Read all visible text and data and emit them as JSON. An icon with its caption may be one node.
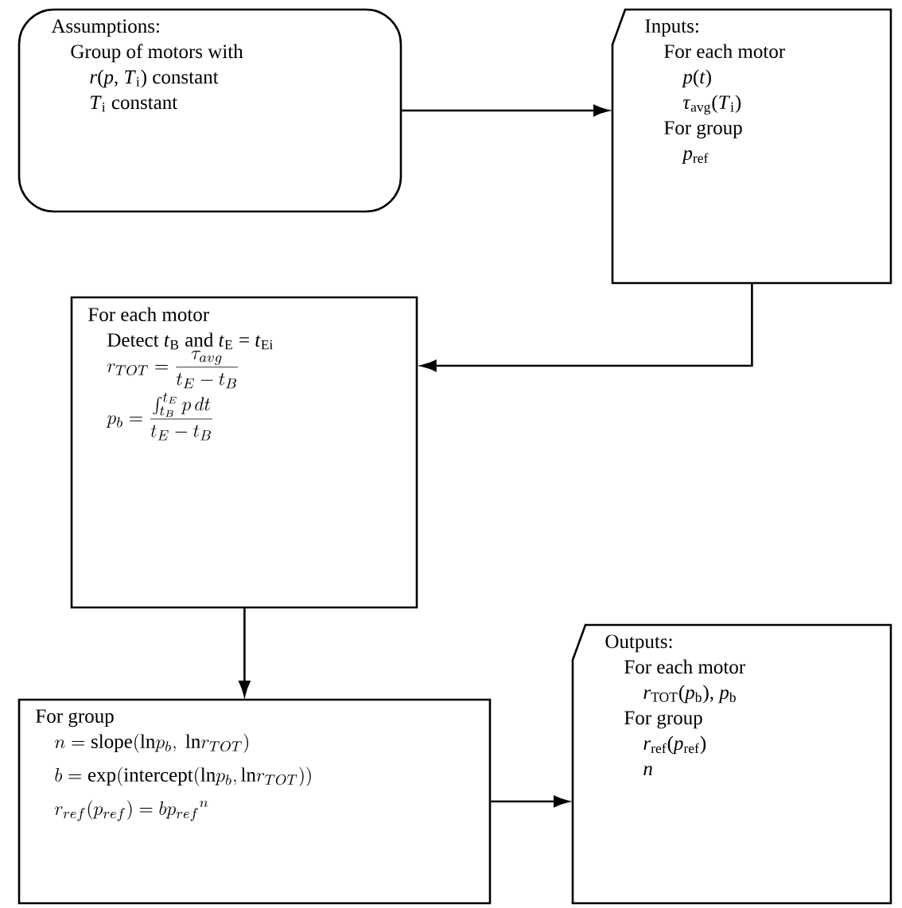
{
  "diagram": {
    "nodes": [
      {
        "text": [
          "Assumptions:",
          "Group of motors with",
          "*r*(*p*, *T*$_{i}$) constant",
          "*T*$_{i}$ constant"
        ]
      },
      {
        "text": [
          "Inputs:",
          "For each motor",
          "*p*(*t*)",
          "*τ*$_{avg}$(*T*$_{i}$)",
          "For group",
          "*p*$_{ref}$"
        ]
      },
      {
        "text": [
          "For each motor",
          "Detect *t*$_{B}$ and *t*$_{E}$ = *t*$_{Ei}$",
          "r_{TOT} = \\frac{\\tau_{avg}}{t_E - t_B}",
          "p_b = \\frac{\\int_{t_B}^{t_E} p\\,dt}{t_E - t_B}"
        ]
      },
      {
        "text": [
          "For group",
          "n = \\mathrm{slope}(\\mathrm{ln}p_b,\\ \\mathrm{ln}r_{TOT})",
          "b = \\mathrm{exp}(\\mathrm{intercept}(\\mathrm{ln}p_b,\\mathrm{ln}r_{TOT}))",
          "r_{ref}(p_{ref}) = b{p_{ref}}^{n}"
        ]
      },
      {
        "text": [
          "Outputs:",
          "For each motor",
          "*r*$_{TOT}$(*p*$_{b}$), *p*$_{b}$",
          "For group",
          "*r*$_{ref}$(*p*$_{ref}$)",
          "*n*"
        ]
      }
    ],
    "edges": [
      {
        "from": 0,
        "to": 1,
        "arrow": "to"
      },
      {
        "from": 1,
        "to": 2,
        "arrow": "to"
      },
      {
        "from": 2,
        "to": 3,
        "arrow": "to"
      },
      {
        "from": 3,
        "to": 4,
        "arrow": "to"
      }
    ]
  }
}
